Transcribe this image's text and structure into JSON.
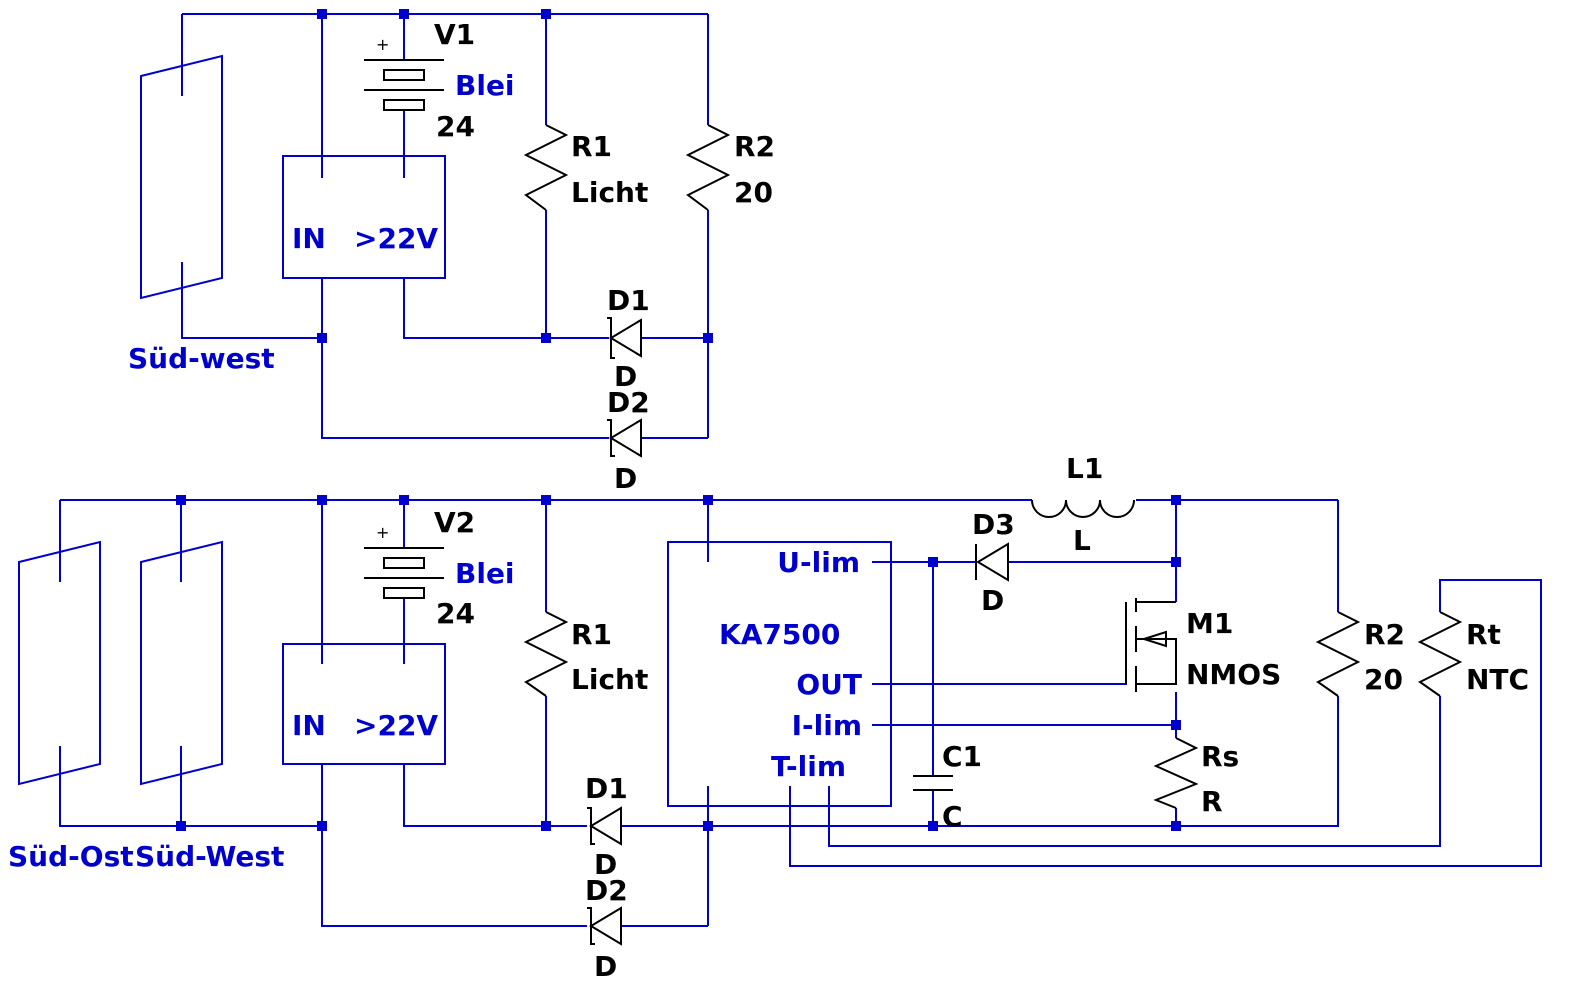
{
  "colors": {
    "wire": "#0000cc",
    "component": "#000000",
    "label": "#0000cc"
  },
  "top": {
    "battery": {
      "name": "V1",
      "value": "Blei",
      "voltage": "24"
    },
    "panel_label": "Süd-west",
    "relay_in": "IN",
    "relay_threshold": ">22V",
    "r1": {
      "name": "R1",
      "value": "Licht"
    },
    "r2": {
      "name": "R2",
      "value": "20"
    },
    "d1": {
      "name": "D1",
      "value": "D"
    },
    "d2": {
      "name": "D2",
      "value": "D"
    }
  },
  "bottom": {
    "battery": {
      "name": "V2",
      "value": "Blei",
      "voltage": "24"
    },
    "panel_label_1": "Süd-Ost",
    "panel_label_2": "Süd-West",
    "relay_in": "IN",
    "relay_threshold": ">22V",
    "r1": {
      "name": "R1",
      "value": "Licht"
    },
    "d1": {
      "name": "D1",
      "value": "D"
    },
    "d2": {
      "name": "D2",
      "value": "D"
    },
    "controller": {
      "name": "KA7500",
      "pin_ulim": "U-lim",
      "pin_out": "OUT",
      "pin_ilim": "I-lim",
      "pin_tlim": "T-lim"
    },
    "d3": {
      "name": "D3",
      "value": "D"
    },
    "l1": {
      "name": "L1",
      "value": "L"
    },
    "c1": {
      "name": "C1",
      "value": "C"
    },
    "m1": {
      "name": "M1",
      "value": "NMOS"
    },
    "rs": {
      "name": "Rs",
      "value": "R"
    },
    "r2": {
      "name": "R2",
      "value": "20"
    },
    "rt": {
      "name": "Rt",
      "value": "NTC"
    }
  }
}
